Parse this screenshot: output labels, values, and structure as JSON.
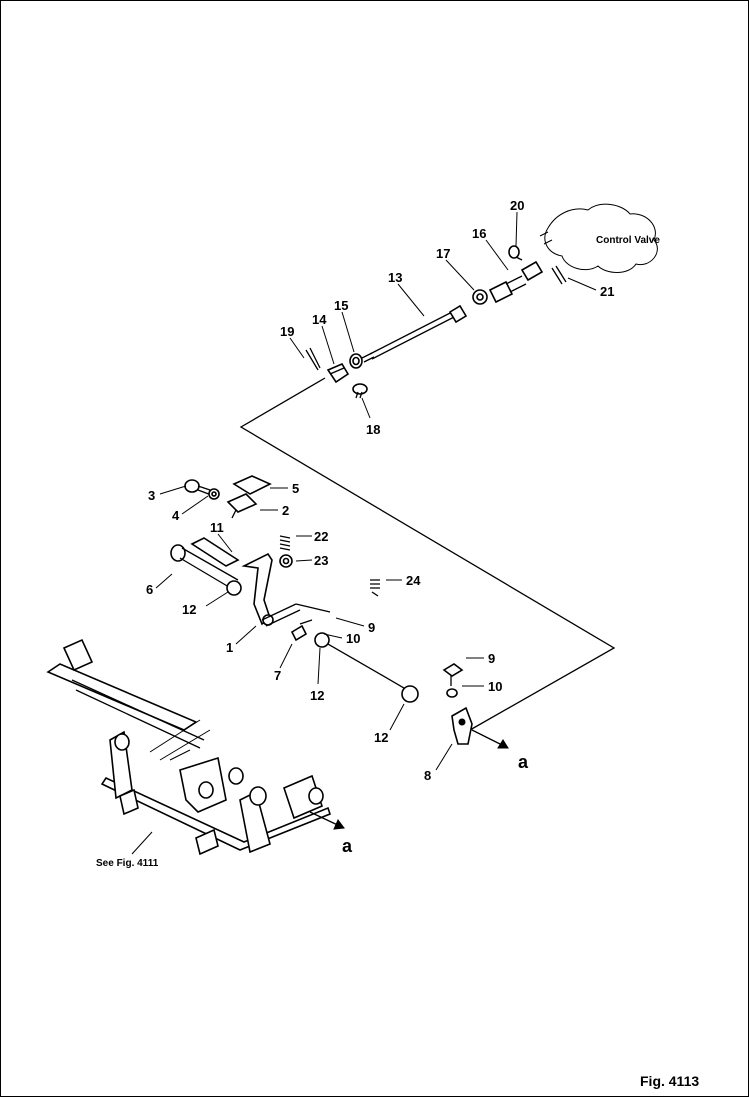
{
  "figure_label": "Fig. 4113",
  "see_ref": "See Fig. 4111",
  "control_valve_label": "Control Valve",
  "connection_label": "a",
  "callouts": {
    "c1": "1",
    "c2": "2",
    "c3": "3",
    "c4": "4",
    "c5": "5",
    "c6": "6",
    "c7": "7",
    "c8": "8",
    "c9a": "9",
    "c9b": "9",
    "c10a": "10",
    "c10b": "10",
    "c11": "11",
    "c12a": "12",
    "c12b": "12",
    "c12c": "12",
    "c13": "13",
    "c14": "14",
    "c15": "15",
    "c16": "16",
    "c17": "17",
    "c18": "18",
    "c19": "19",
    "c20": "20",
    "c21": "21",
    "c22": "22",
    "c23": "23",
    "c24": "24"
  }
}
